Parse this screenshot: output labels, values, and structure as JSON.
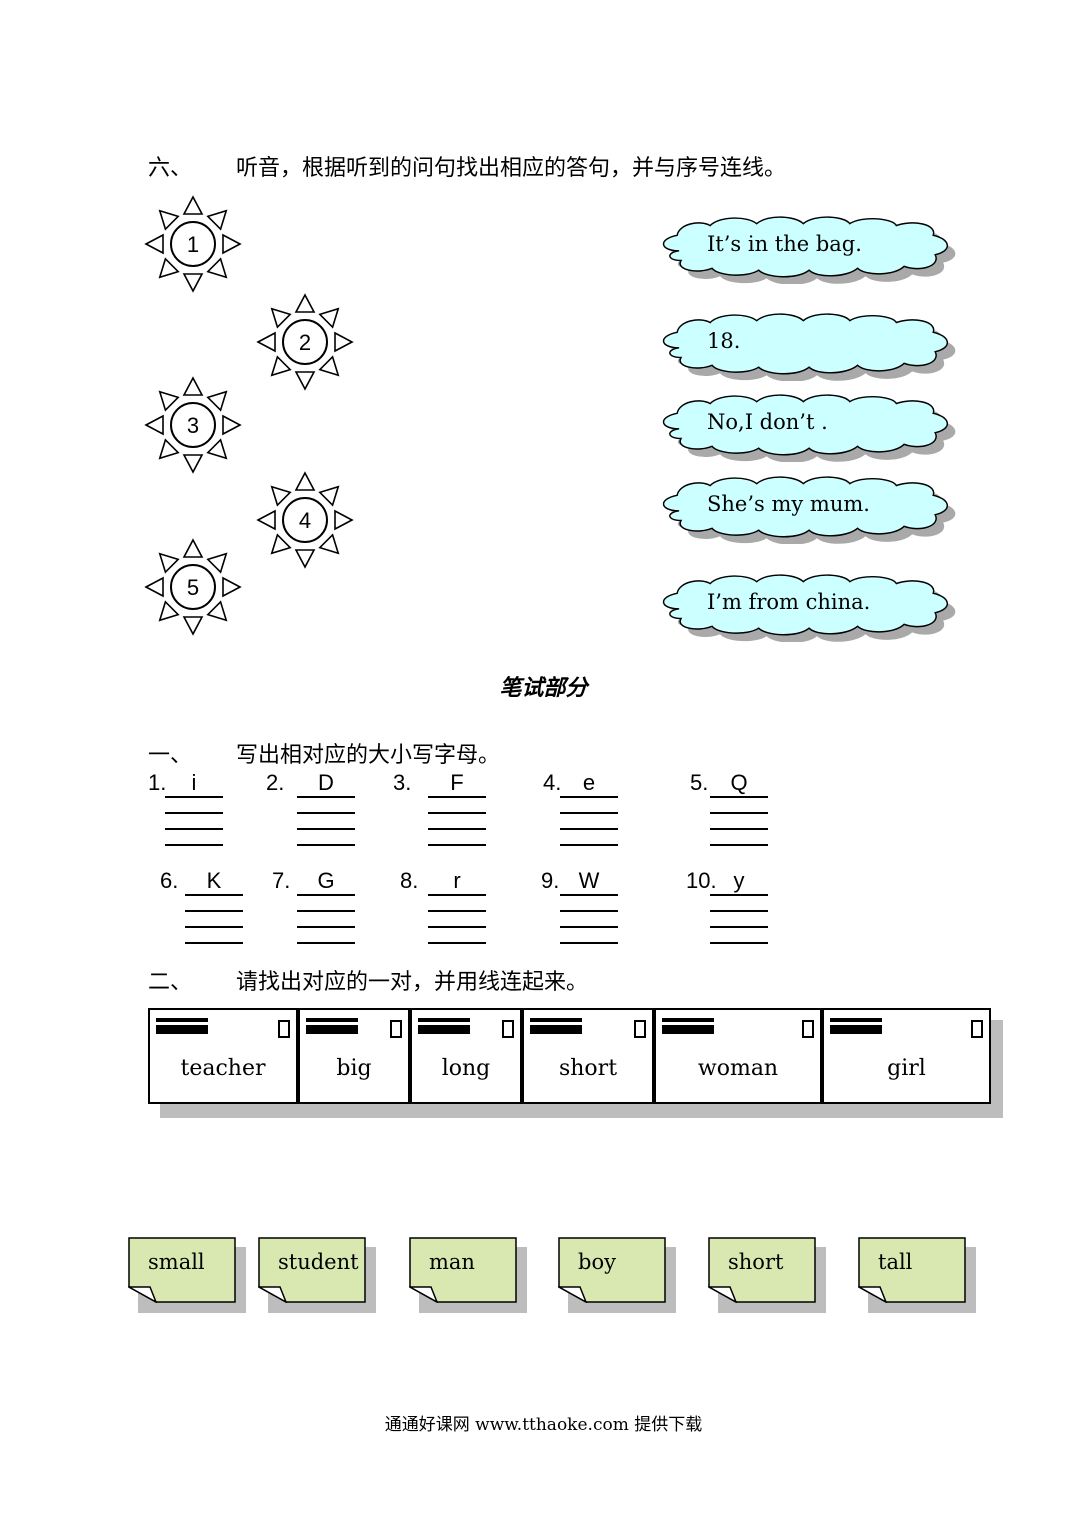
{
  "section6": {
    "number": "六、",
    "instruction": "听音，根据听到的问句找出相应的答句，并与序号连线。",
    "suns": [
      "1",
      "2",
      "3",
      "4",
      "5"
    ],
    "answers": [
      "It’s in the bag.",
      "18.",
      "No,I don’t .",
      "She’s my mum.",
      "I’m from china."
    ]
  },
  "written_title": "笔试部分",
  "part1": {
    "number": "一、",
    "instruction": "写出相对应的大小写字母。",
    "items": [
      {
        "num": "1.",
        "letter": "i"
      },
      {
        "num": "2.",
        "letter": "D"
      },
      {
        "num": "3.",
        "letter": "F"
      },
      {
        "num": "4.",
        "letter": "e"
      },
      {
        "num": "5.",
        "letter": "Q"
      },
      {
        "num": "6.",
        "letter": "K"
      },
      {
        "num": "7.",
        "letter": "G"
      },
      {
        "num": "8.",
        "letter": "r"
      },
      {
        "num": "9.",
        "letter": "W"
      },
      {
        "num": "10.",
        "letter": "y"
      }
    ]
  },
  "part2": {
    "number": "二、",
    "instruction": "请找出对应的一对，并用线连起来。",
    "top_words": [
      "teacher",
      "big",
      "long",
      "short",
      "woman",
      "girl"
    ],
    "bottom_words": [
      "small",
      "student",
      "man",
      "boy",
      "short",
      "tall"
    ]
  },
  "footer": "通通好课网  www.tthaoke.com  提供下载",
  "colors": {
    "cloud_fill": "#ccffff",
    "note_fill": "#d9e8b0",
    "shadow": "#bdbdbd"
  }
}
